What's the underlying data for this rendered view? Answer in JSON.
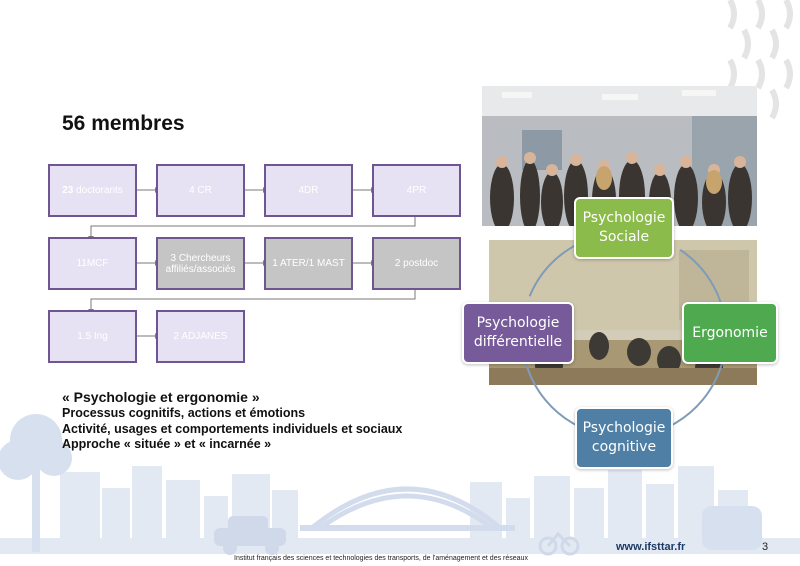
{
  "title": "56 membres",
  "org_boxes": [
    {
      "count": "23",
      "label": "doctorants"
    },
    {
      "label": "4 CR"
    },
    {
      "label": "4DR"
    },
    {
      "label": "4PR"
    },
    {
      "label": "11MCF"
    },
    {
      "label": "3 Chercheurs affiliés/associés"
    },
    {
      "label": "1 ATER/1 MAST"
    },
    {
      "label": "2 postdoc"
    },
    {
      "label": "1.5 Ing"
    },
    {
      "label": "2 ADJANES"
    }
  ],
  "text_block": {
    "heading": "« Psychologie et ergonomie »",
    "lines": [
      "Processus cognitifs, actions et émotions",
      "Activité, usages et comportements individuels et sociaux",
      "Approche « située » et « incarnée »"
    ]
  },
  "cycle": {
    "nodes": [
      {
        "label": "Psychologie Sociale",
        "color": "#8bbb4b"
      },
      {
        "label": "Ergonomie",
        "color": "#4faa4f"
      },
      {
        "label": "Psychologie cognitive",
        "color": "#4f7fa4"
      },
      {
        "label": "Psychologie différentielle",
        "color": "#775a9a"
      }
    ]
  },
  "footer": {
    "institute": "Institut français des sciences et technologies des transports, de l'aménagement et des réseaux",
    "website": "www.ifsttar.fr",
    "page_number": "3"
  },
  "colors": {
    "box_border": "#6f5592",
    "box_fill": "#e6e2f4",
    "box_grey": "#c5c5c5",
    "skyline": "#dfe6f2"
  }
}
